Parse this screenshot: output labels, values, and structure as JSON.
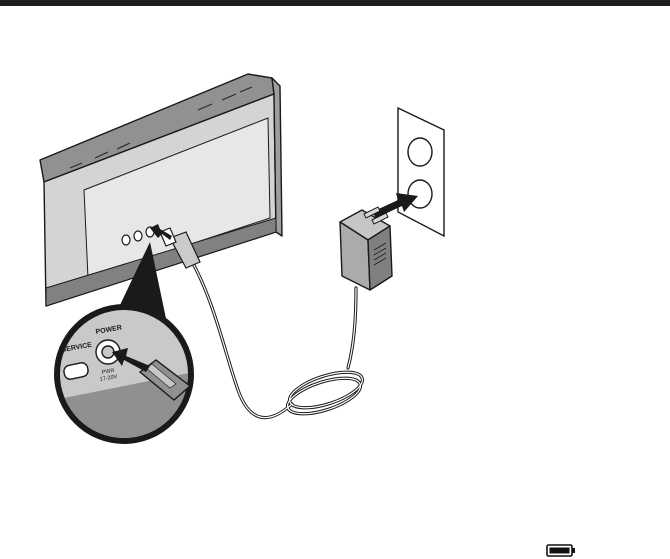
{
  "labels": {
    "service": "SERVICE",
    "power": "POWER",
    "rating_line1": "PWR",
    "rating_line2": "17-20V"
  },
  "icons": {
    "battery": "battery-icon"
  },
  "colors": {
    "rule": "#1e1e1e",
    "speaker_body": "#d2d4d5",
    "speaker_top": "#8f9192",
    "outline": "#1a1a1a",
    "arrow": "#1a1a1a"
  }
}
